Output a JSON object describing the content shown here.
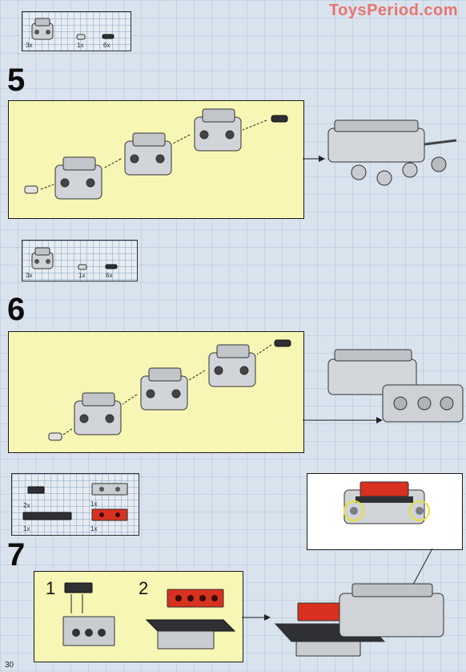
{
  "watermark": "ToysPeriod.com",
  "page_number": "30",
  "steps": [
    {
      "number": "5",
      "parts": [
        {
          "qty": "3x"
        },
        {
          "qty": "1x"
        },
        {
          "qty": "6x"
        }
      ]
    },
    {
      "number": "6",
      "parts": [
        {
          "qty": "3x"
        },
        {
          "qty": "1x"
        },
        {
          "qty": "6x"
        }
      ]
    },
    {
      "number": "7",
      "parts": [
        {
          "qty": "2x"
        },
        {
          "qty": "1x"
        },
        {
          "qty": "1x"
        },
        {
          "qty": "1x"
        }
      ],
      "substeps": [
        "1",
        "2"
      ]
    }
  ],
  "colors": {
    "panel": "#f8f6b4",
    "background": "#d9e3ee",
    "brick_red": "#d8311f",
    "brick_dark": "#2e3033",
    "part_grey": "#c9ccd0",
    "highlight_ring": "#e8e030"
  }
}
